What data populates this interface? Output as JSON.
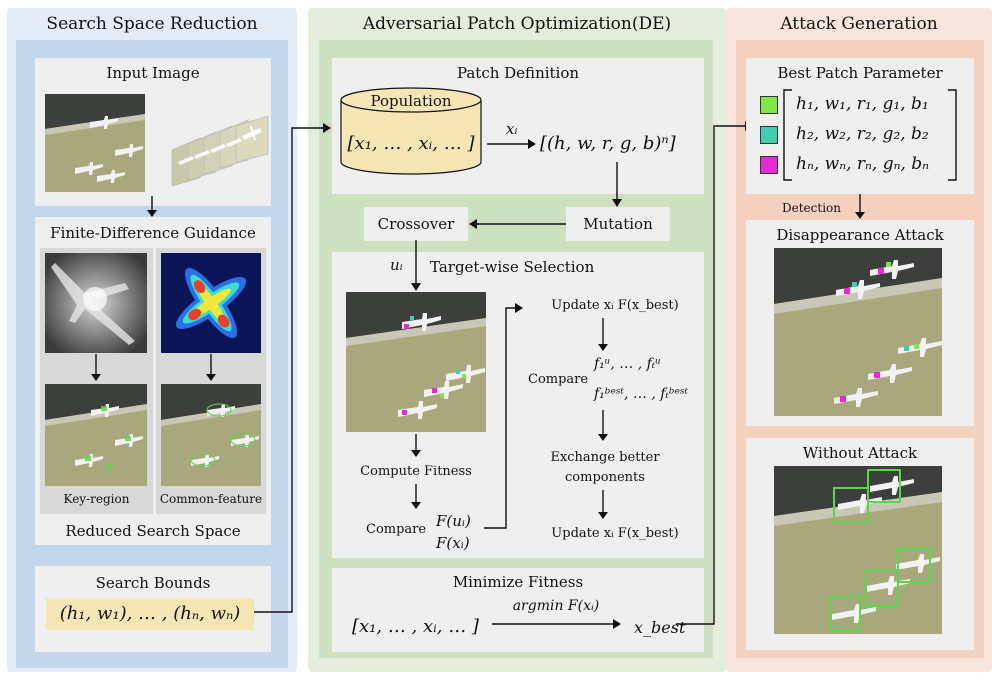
{
  "columns": {
    "left_title": "Search Space Reduction",
    "mid_title": "Adversarial Patch Optimization(DE)",
    "right_title": "Attack Generation"
  },
  "left": {
    "input_image": "Input Image",
    "fdg_title": "Finite-Difference Guidance",
    "key_region": "Key-region",
    "common_feature": "Common-feature",
    "reduced": "Reduced Search Space",
    "bounds_title": "Search Bounds",
    "bounds_expr": "(h₁, w₁), … , (hₙ, wₙ)"
  },
  "mid": {
    "patch_def": "Patch Definition",
    "population": "Population",
    "pop_expr": "[x₁, … , xᵢ, … ]",
    "xi_label": "xᵢ",
    "patch_expr": "[(h, w, r, g, b)ⁿ]",
    "crossover": "Crossover",
    "mutation": "Mutation",
    "ui_label": "uᵢ",
    "tws_title": "Target-wise Selection",
    "compute_fitness": "Compute Fitness",
    "compare": "Compare",
    "f_ui": "F(uᵢ)",
    "f_xi": "F(xᵢ)",
    "update_top": "Update xᵢ F(x_best)",
    "compare2": "Compare",
    "f_u_seq": "f₁ᵘ, … , fₜᵘ",
    "f_best_seq": "f₁ᵇᵉˢᵗ, … , fₜᵇᵉˢᵗ",
    "exchange_1": "Exchange better",
    "exchange_2": "components",
    "update_bottom": "Update xᵢ F(x_best)",
    "minimize": "Minimize Fitness",
    "min_expr": "[x₁, … , xᵢ, … ]",
    "argmin": "argmin F(xᵢ)",
    "xbest": "x_best"
  },
  "right": {
    "best_patch": "Best Patch Parameter",
    "rows": [
      {
        "expr": "h₁, w₁, r₁, g₁, b₁",
        "color": "#7ee84a"
      },
      {
        "expr": "h₂, w₂, r₂, g₂, b₂",
        "color": "#3fcfae"
      },
      {
        "expr": "hₙ, wₙ, rₙ, gₙ, bₙ",
        "color": "#e62bd6"
      }
    ],
    "detection": "Detection",
    "disappearance": "Disappearance Attack",
    "without": "Without Attack"
  },
  "colors": {
    "left_bg": "#e3ecf7",
    "mid_bg": "#e5eedc",
    "right_bg": "#f8e6dc",
    "bounds_bg": "#f7e6b5",
    "population_fill": "#f7e6b5",
    "detect_box": "#5ad64a"
  }
}
